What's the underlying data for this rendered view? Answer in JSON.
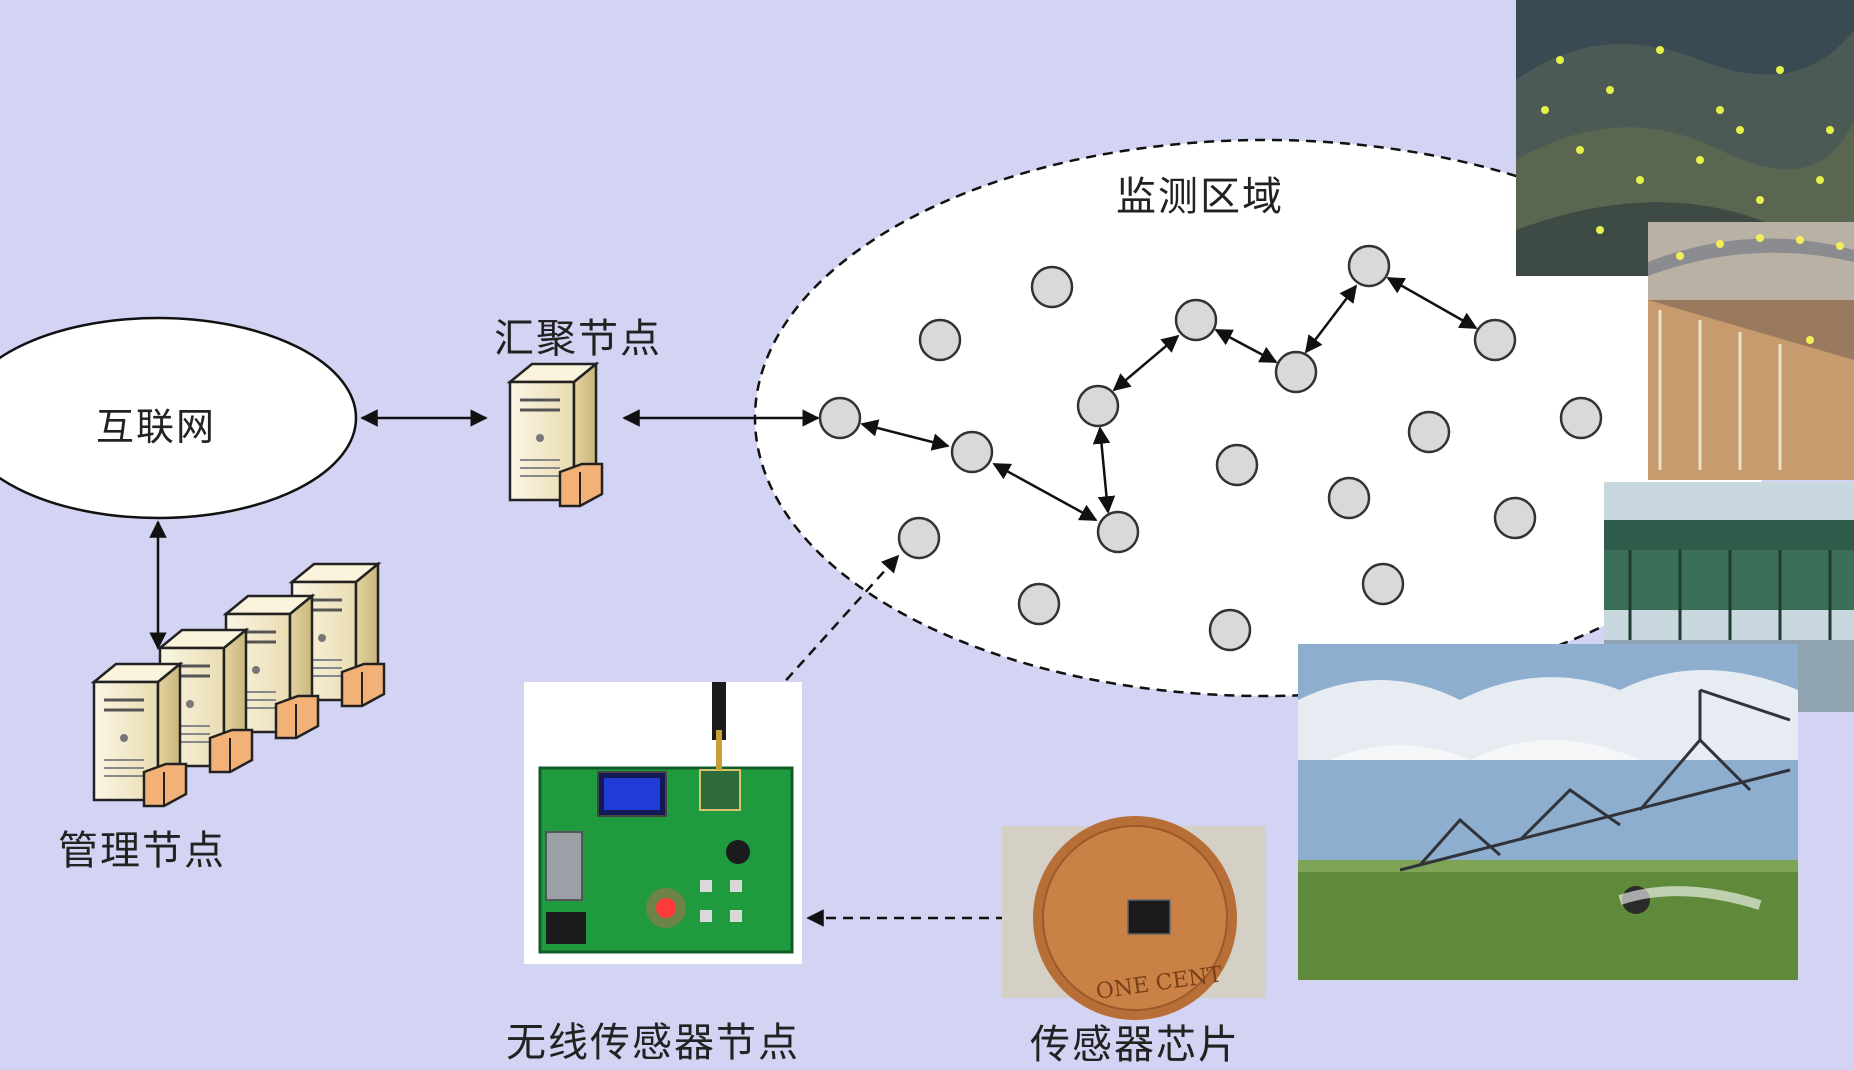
{
  "labels": {
    "internet": "互联网",
    "sink_node": "汇聚节点",
    "management_node": "管理节点",
    "monitoring_area": "监测区域",
    "wireless_sensor_node": "无线传感器节点",
    "sensor_chip": "传感器芯片"
  },
  "photos": {
    "board_screen_text": "",
    "coin_text": "ONE CENT"
  },
  "icons": {
    "server": "server-tower-icon",
    "server_cluster": "server-cluster-icon",
    "sensor_node": "sensor-node-circle"
  },
  "colors": {
    "background": "#d3d3f3",
    "node_fill": "#d9d9d9",
    "node_stroke": "#333333",
    "arrow": "#111111",
    "server_body": "#f6eed4",
    "server_side": "#e8d9a8",
    "server_accent": "#f2b277"
  }
}
